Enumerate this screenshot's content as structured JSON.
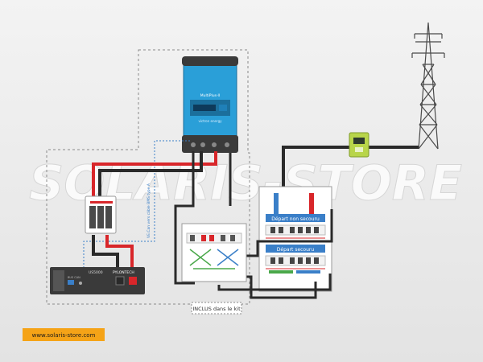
{
  "watermark": "SOLARIS-STORE",
  "inverter": {
    "name_label": "MultiPlus-II",
    "brand_label": "victron energy"
  },
  "battery": {
    "model_label": "US5000",
    "brand_label": "PYLONTECH"
  },
  "bus_label": "BUS CAN",
  "can_cable_label": "VE.Can vers câble BMS type A",
  "panel": {
    "depart_non_secouru": "Départ non secouru",
    "depart_secouru": "Départ secouru"
  },
  "inclus_label": "INCLUS dans le kit",
  "website": "www.solaris-store.com",
  "colors": {
    "background": "#ececec",
    "inverter_blue": "#2a9fd8",
    "cable_red": "#d8262a",
    "cable_black": "#2a2a2a",
    "cable_blue": "#3a7fc8",
    "cable_green": "#4aa84a",
    "meter_green": "#b8d54a",
    "badge_orange": "#f5a317"
  }
}
